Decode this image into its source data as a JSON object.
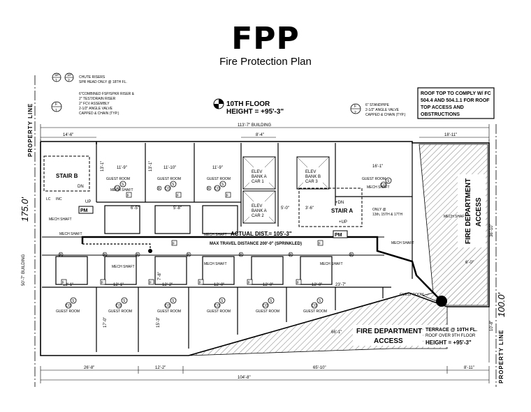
{
  "header": {
    "title": "FPP",
    "subtitle": "Fire Protection Plan"
  },
  "legend": {
    "sp1": "SP",
    "sp1_sub": "1",
    "sp2": "SP",
    "sp2_sub": "2",
    "sp_line1": "CHUTE RISERS",
    "sp_line2": "SPR HEAD ONLY @ 18TH FL.",
    "f_line1": "6\"COMBINED FSP/SPKR RISER &",
    "f_line2": "2\" TEST/DRAIN RISER",
    "f_line3": "2\" FCV ASSEMBLY",
    "f_line4": "2-1/2\" ANGLE VALVE",
    "f_line5": "CAPPED & CHAIN (TYP.)",
    "f_letter": "F",
    "f_num": "1",
    "f2_letter": "F",
    "f2_num": "2",
    "f2_line1": "6\" STANDPIPE",
    "f2_line2": "2-1/2\" ANGLE VALVE",
    "f2_line3": "CAPPED & CHAIN (TYP.)"
  },
  "floor": {
    "name": "10TH FLOOR",
    "height": "HEIGHT = +95'-3\""
  },
  "roof_note": {
    "line1": "ROOF TOP TO COMPLY W/ FC",
    "line2": "504.4 AND 504.1.1 FOR ROOF",
    "line3": "TOP ACCESS AND",
    "line4": "OBSTRUCTIONS"
  },
  "property_line": {
    "label": "PROPERTY LINE",
    "dim_left": "175.0'",
    "dim_right": "100.0'"
  },
  "dimensions": {
    "building_width": "113'-7\" BUILDING",
    "left_building": "50'-7\" BUILDING",
    "top_left": "14'-6\"",
    "top_mid": "8'-4\"",
    "top_right": "18'-11\"",
    "right_34": "36'-10\"",
    "right_10": "10'-8\"",
    "terrace_6": "6'-0\"",
    "bottom_1": "26'-8\"",
    "bottom_2": "12'-2\"",
    "bottom_3": "65'-10\"",
    "bottom_4": "8'-11\"",
    "bottom_total": "104'-8\"",
    "diag_66": "66'-1\"",
    "diag_23": "23'-7\"",
    "room_11_9": "11'-9\"",
    "room_11_10": "11'-10\"",
    "room_11_9b": "11'-9\"",
    "room_16": "16'-1\"",
    "row_12_1": "12'-1\"",
    "row_12_1b": "12'-1\"",
    "row_12_2": "12'-2\"",
    "row_12_0": "12'-0\"",
    "row_12_0b": "12'-0\"",
    "row_12_0c": "12'-0\"",
    "v_13_1": "13'-1\"",
    "v_13_1b": "13'-1\"",
    "v_17_0": "17'-0\"",
    "v_15_3": "15'-3\"",
    "v_7_8": "7'-8\"",
    "v_6_5": "6'-5\"",
    "v_5_8": "5'-8\"",
    "v_5_0": "5'-0\"",
    "v_3_6": "3'-6\""
  },
  "rooms": {
    "stair_b": "STAIR B",
    "stair_a": "STAIR A",
    "dn": "DN",
    "up": "UP",
    "dn2": "+DN",
    "up2": "+UP",
    "guest": "GUEST ROOM",
    "elev_a1_1": "ELEV",
    "elev_a1_2": "BANK A",
    "elev_a1_3": "CAR 1",
    "elev_a2_1": "ELEV",
    "elev_a2_2": "BANK A",
    "elev_a2_3": "CAR 2",
    "elev_b3_1": "ELEV",
    "elev_b3_2": "BANK B",
    "elev_b3_3": "CAR 3",
    "mech_shaft": "MECH SHAFT",
    "fire_access_right_1": "FIRE DEPARTMENT",
    "fire_access_right_2": "ACCESS",
    "fire_access_bottom_1": "FIRE DEPARTMENT",
    "fire_access_bottom_2": "ACCESS",
    "terrace_1": "TERRACE @ 10TH FL.",
    "terrace_2": "ROOF OVER 9TH FLOOR",
    "terrace_3": "HEIGHT = +95'-3\"",
    "only_note1": "ONLY @",
    "only_note2": "13th, 15TH & 17TH",
    "lc": "LC",
    "inc": "INC"
  },
  "travel": {
    "actual": "ACTUAL DIST.= 105'-3\"",
    "max": "MAX TRAVEL DISTANCE 200'-0\" (SPRINKLED)"
  },
  "symbols": {
    "pm": "PM",
    "co": "CO",
    "s": "S",
    "f": "F",
    "r": "R",
    "m": "M"
  }
}
